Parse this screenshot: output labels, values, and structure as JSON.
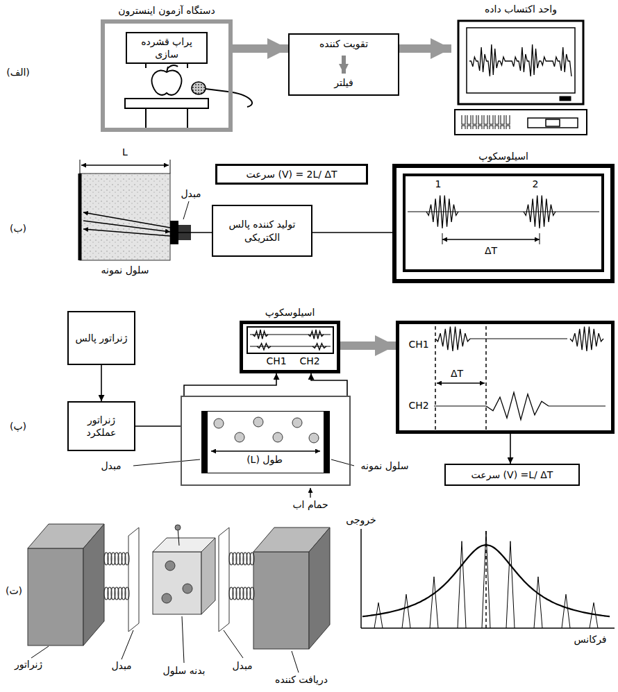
{
  "diagram": {
    "nodes": [
      {
        "text": [
          "دستگاه آزمون اینسترون"
        ]
      },
      {
        "text": [
          "پراپ قشرده سازی"
        ],
        "in": 0
      },
      {
        "text": [
          "تقویت کننده",
          "فیلتر"
        ]
      },
      {
        "text": [
          "واحد اکتساب داده"
        ]
      },
      {
        "text": [
          "سرعت (V) = 2L/ ΔT"
        ]
      },
      {
        "text": [
          "تولید کننده پالس الکتریکی"
        ]
      },
      {
        "text": [
          "اسیلوسکوپ",
          "1",
          "2",
          "ΔT"
        ]
      },
      {
        "text": [
          "سلول نمونه",
          "L"
        ]
      },
      {
        "text": [
          "ژنراتور پالس"
        ]
      },
      {
        "text": [
          "ژنراتور عملکرد"
        ]
      },
      {
        "text": [
          "اسیلوسکوپ",
          "CH1",
          "CH2"
        ]
      },
      {
        "text": [
          "حمام اب"
        ]
      },
      {
        "text": [
          "طول (L)"
        ],
        "in": 11
      },
      {
        "text": [
          "CH1",
          "CH2",
          "ΔT"
        ]
      },
      {
        "text": [
          "سرعت (V) =L/ ΔT"
        ]
      }
    ],
    "edges": [
      {
        "from": 0,
        "to": 2,
        "arrow": "to"
      },
      {
        "from": 2,
        "to": 3,
        "arrow": "to"
      },
      {
        "from": 7,
        "to": 5,
        "arrow": "none"
      },
      {
        "from": 5,
        "to": 6,
        "arrow": "none"
      },
      {
        "from": 8,
        "to": 9,
        "arrow": "to"
      },
      {
        "from": 9,
        "to": 11,
        "arrow": "none"
      },
      {
        "from": 11,
        "to": 10,
        "arrow": "to"
      },
      {
        "from": 11,
        "to": 10,
        "arrow": "to"
      },
      {
        "from": 10,
        "to": 13,
        "arrow": "to"
      },
      {
        "from": 13,
        "to": 14,
        "arrow": "to"
      }
    ],
    "labels": [
      "(الف)",
      "(ب)",
      "مبدل",
      "(پ)",
      "مبدل",
      "سلول نمونه",
      "(ت)",
      "ژنراتور",
      "مبدل",
      "بدنه سلول",
      "مبدل",
      "دریافت کننده",
      "خروجی",
      "فرکانس"
    ]
  }
}
